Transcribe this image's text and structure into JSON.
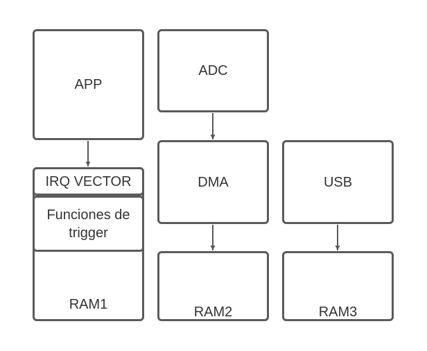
{
  "diagram": {
    "app": "APP",
    "adc": "ADC",
    "dma": "DMA",
    "usb": "USB",
    "irq_vector": "IRQ VECTOR",
    "trigger_functions": "Funciones de trigger",
    "ram1": "RAM1",
    "ram2": "RAM2",
    "ram3": "RAM3"
  },
  "colors": {
    "stroke": "#5b5b5b",
    "text": "#333333",
    "background": "#ffffff"
  }
}
